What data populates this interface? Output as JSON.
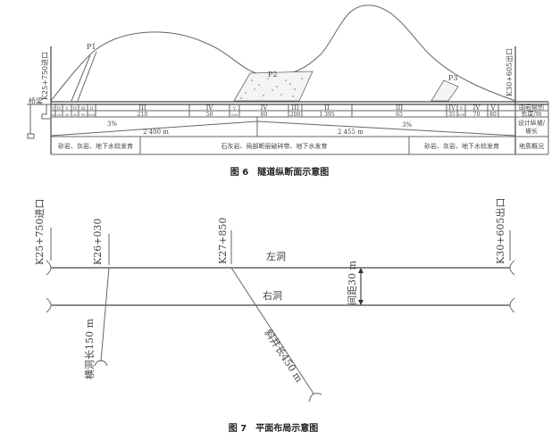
{
  "figure6": {
    "caption": "图 6　隧道纵断面示意图",
    "entrance_label": "K25+750进口",
    "exit_label": "K30+605出口",
    "bridge_label": "桥梁",
    "points": [
      "P1",
      "P2",
      "P3"
    ],
    "row_labels": {
      "rock_class": "围岩级别",
      "length": "长度/m",
      "slope_line1": "设计纵坡/",
      "slope_line2": "坡长",
      "geology": "地质概况"
    },
    "rock_classes": [
      "V",
      "IV",
      "V",
      "IV",
      "III",
      "II",
      "III",
      "IV",
      "V",
      "IV",
      "III",
      "II",
      "III",
      "IV",
      "V",
      "IV",
      "V"
    ],
    "lengths": [
      "50",
      "20",
      "30",
      "30",
      "50",
      "2030",
      "210",
      "50",
      "250",
      "80",
      "200",
      "1 395",
      "65",
      "35",
      "100",
      "70",
      "80"
    ],
    "slopes": [
      {
        "grade": "3%",
        "length": "2 400 m"
      },
      {
        "grade": "3%",
        "length": "2 455 m"
      }
    ],
    "geology": [
      "砂岩、灰岩、地下水较发育",
      "石灰岩、局部断层破碎带、地下水发育",
      "砂岩、灰岩、地下水较发育"
    ]
  },
  "figure7": {
    "caption": "图 7　平面布局示意图",
    "entrance_label": "K25+750进口",
    "exit_label": "K30+605出口",
    "crosscut_station": "K26+030",
    "shaft_station": "K27+850",
    "left_tunnel": "左洞",
    "right_tunnel": "右洞",
    "spacing_label": "间距30 m",
    "crosscut_label": "横洞长150 m",
    "shaft_label": "斜井长450 m"
  }
}
